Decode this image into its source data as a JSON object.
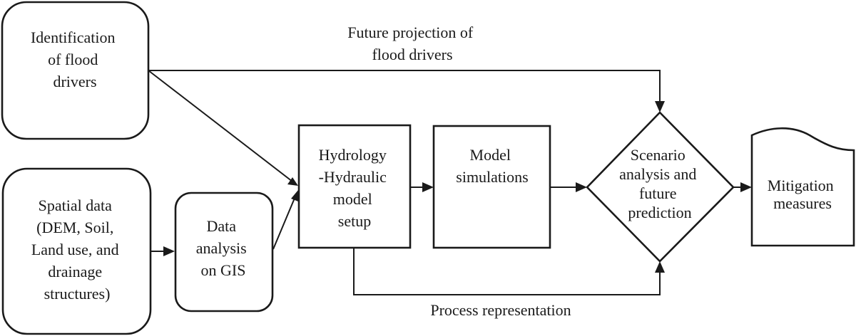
{
  "diagram": {
    "type": "flowchart",
    "nodes": [
      {
        "id": "flood-drivers",
        "shape": "rounded-rect",
        "lines": [
          "Identification",
          "of flood",
          "drivers"
        ]
      },
      {
        "id": "spatial-data",
        "shape": "rounded-rect",
        "lines": [
          "Spatial data",
          "(DEM, Soil,",
          "Land use, and",
          "drainage",
          "structures)"
        ]
      },
      {
        "id": "gis-analysis",
        "shape": "rounded-rect",
        "lines": [
          "Data",
          "analysis",
          "on GIS"
        ]
      },
      {
        "id": "model-setup",
        "shape": "rect",
        "lines": [
          "Hydrology",
          "-Hydraulic",
          "model",
          "setup"
        ]
      },
      {
        "id": "model-simulations",
        "shape": "rect",
        "lines": [
          "Model",
          "simulations"
        ]
      },
      {
        "id": "scenario-analysis",
        "shape": "diamond",
        "lines": [
          "Scenario",
          "analysis and",
          "future",
          "prediction"
        ]
      },
      {
        "id": "mitigation",
        "shape": "document",
        "lines": [
          "Mitigation",
          "measures"
        ]
      }
    ],
    "edges": [
      {
        "from": "flood-drivers",
        "to": "scenario-analysis",
        "label_lines": [
          "Future projection of",
          "flood drivers"
        ]
      },
      {
        "from": "flood-drivers",
        "to": "model-setup",
        "label_lines": []
      },
      {
        "from": "spatial-data",
        "to": "gis-analysis",
        "label_lines": []
      },
      {
        "from": "gis-analysis",
        "to": "model-setup",
        "label_lines": []
      },
      {
        "from": "model-setup",
        "to": "model-simulations",
        "label_lines": []
      },
      {
        "from": "model-simulations",
        "to": "scenario-analysis",
        "label_lines": []
      },
      {
        "from": "scenario-analysis",
        "to": "mitigation",
        "label_lines": []
      },
      {
        "from": "model-setup",
        "to": "scenario-analysis",
        "label_lines": [
          "Process representation"
        ]
      }
    ]
  }
}
